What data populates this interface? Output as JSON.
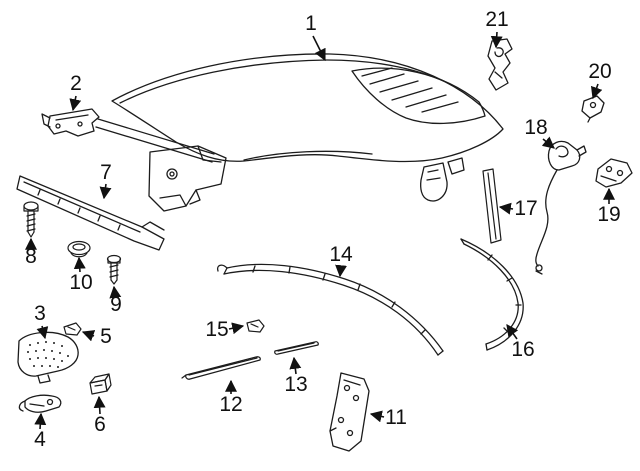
{
  "diagram": {
    "type": "exploded-parts-diagram",
    "background_color": "#ffffff",
    "line_color": "#1c1c1c",
    "callouts": [
      {
        "number": "1"
      },
      {
        "number": "2"
      },
      {
        "number": "3"
      },
      {
        "number": "4"
      },
      {
        "number": "5"
      },
      {
        "number": "6"
      },
      {
        "number": "7"
      },
      {
        "number": "8"
      },
      {
        "number": "9"
      },
      {
        "number": "10"
      },
      {
        "number": "11"
      },
      {
        "number": "12"
      },
      {
        "number": "13"
      },
      {
        "number": "14"
      },
      {
        "number": "15"
      },
      {
        "number": "16"
      },
      {
        "number": "17"
      },
      {
        "number": "18"
      },
      {
        "number": "19"
      },
      {
        "number": "20"
      },
      {
        "number": "21"
      }
    ]
  }
}
